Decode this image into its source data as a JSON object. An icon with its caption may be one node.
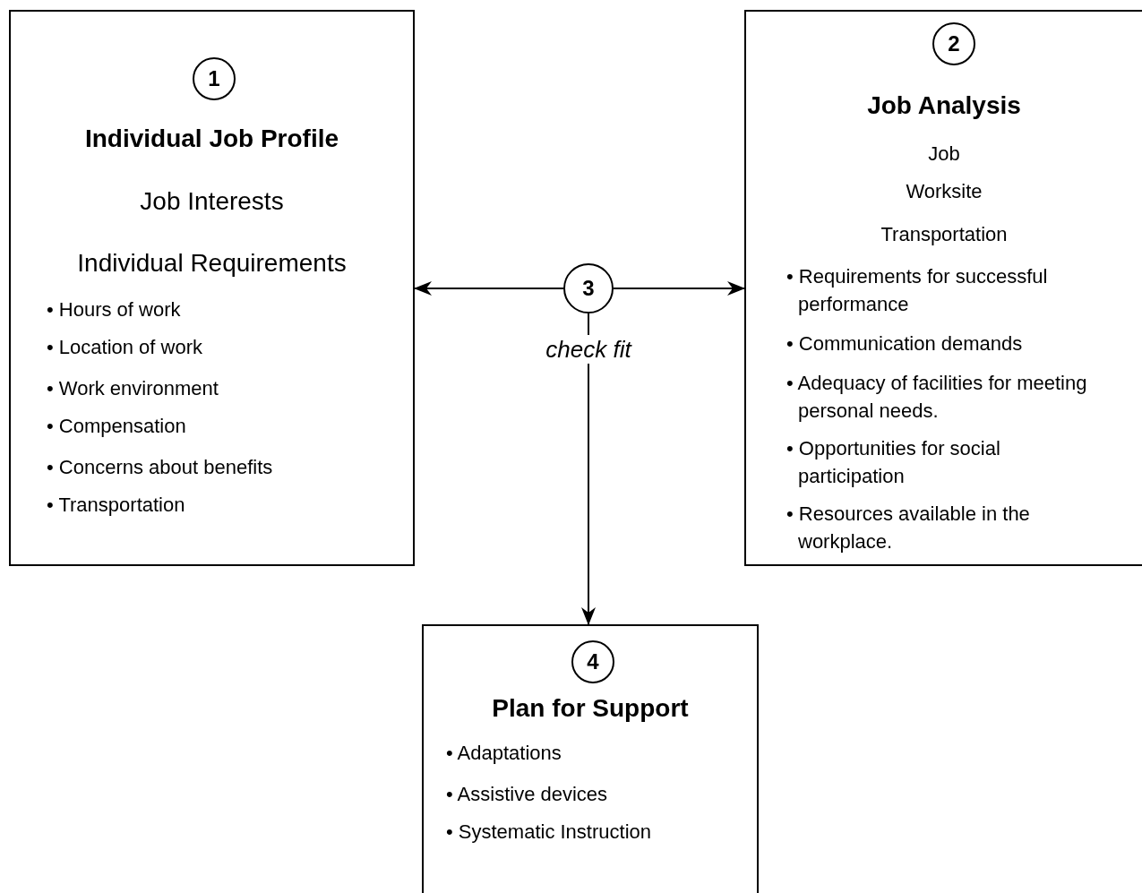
{
  "diagram": {
    "nodes": [
      {
        "text": [
          "Individual Job Profile",
          "Job Interests",
          "Individual Requirements",
          "• Hours of work",
          "• Location of work",
          "• Work environment",
          "• Compensation",
          "• Concerns about benefits",
          "• Transportation"
        ]
      },
      {
        "text": [
          "1"
        ],
        "in": 0
      },
      {
        "text": [
          "Job Analysis",
          "Job",
          "Worksite",
          "Transportation",
          "• Requirements for successful performance",
          "• Communication demands",
          "• Adequacy of facilities for meeting personal needs.",
          "• Opportunities for social participation",
          "• Resources available in the workplace."
        ]
      },
      {
        "text": [
          "2"
        ],
        "in": 2
      },
      {
        "text": [
          "3"
        ]
      },
      {
        "text": [
          "Plan for Support",
          "• Adaptations",
          "• Assistive devices",
          "• Systematic Instruction"
        ]
      },
      {
        "text": [
          "4"
        ],
        "in": 5
      }
    ],
    "edges": [
      {
        "from": 4,
        "to": 0,
        "arrow": "to"
      },
      {
        "from": 4,
        "to": 2,
        "arrow": "to"
      },
      {
        "from": 4,
        "to": 5,
        "arrow": "to",
        "label": "check fit"
      }
    ]
  }
}
